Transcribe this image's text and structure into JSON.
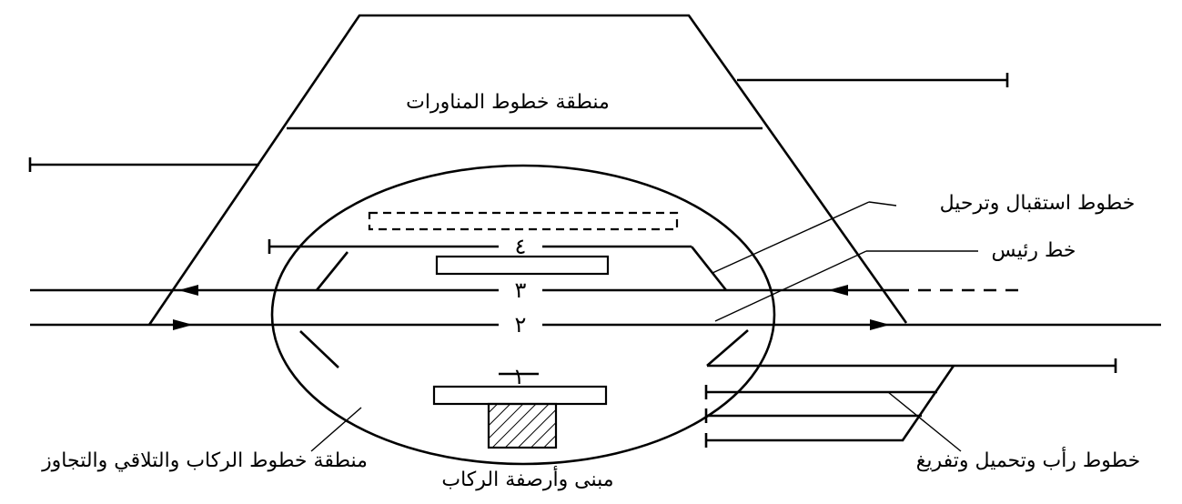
{
  "labels": {
    "shunting_area": "منطقة خطوط المناورات",
    "receiving_departure_lines": "خطوط استقبال وترحيل",
    "main_line": "خط رئيس",
    "passenger_area": "منطقة خطوط الركاب والتلاقي والتجاوز",
    "station_building": "مبنى وأرصفة الركاب",
    "loading_lines": "خطوط رأب وتحميل وتفريغ"
  },
  "track_numbers": {
    "t1": "١",
    "t2": "٢",
    "t3": "٣",
    "t4": "٤"
  }
}
